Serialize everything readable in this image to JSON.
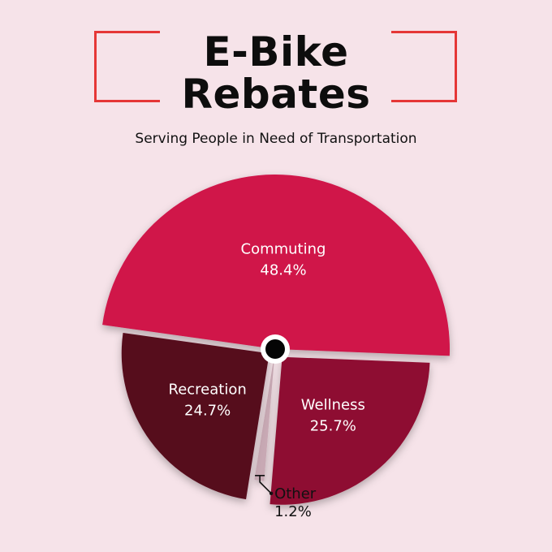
{
  "header": {
    "title_line1": "E-Bike",
    "title_line2": "Rebates",
    "subtitle": "Serving People in Need of Transportation",
    "accent_color": "#e53737"
  },
  "chart_data": {
    "type": "pie",
    "title": "E-Bike Rebates",
    "subtitle": "Serving People in Need of Transportation",
    "slices": [
      {
        "label": "Commuting",
        "value": 48.4,
        "value_label": "48.4%",
        "color": "#d0134a"
      },
      {
        "label": "Wellness",
        "value": 25.7,
        "value_label": "25.7%",
        "color": "#8e0e30"
      },
      {
        "label": "Other",
        "value": 1.2,
        "value_label": "1.2%",
        "color": "#c8a9b4"
      },
      {
        "label": "Recreation",
        "value": 24.7,
        "value_label": "24.7%",
        "color": "#570a1f"
      }
    ],
    "center_marker": true,
    "exploded": true,
    "legend": "none"
  }
}
